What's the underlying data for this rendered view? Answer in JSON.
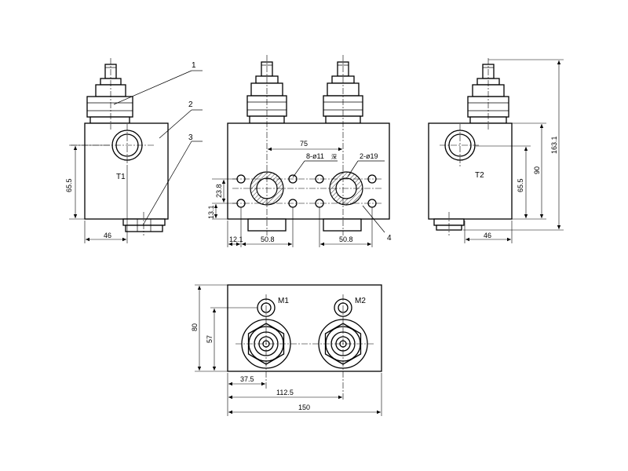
{
  "balloons": [
    "1",
    "2",
    "3",
    "4"
  ],
  "port_labels": [
    "T1",
    "T2",
    "M1",
    "M2"
  ],
  "dims": {
    "left_height": "65.5",
    "left_width": "46",
    "top_75": "75",
    "holes_small": "8-ø11",
    "holes_small_suffix": "深",
    "holes_big": "2-ø19",
    "v_23_8": "23.8",
    "v_13_1": "13.1",
    "b_12_1": "12.1",
    "b_50_8_a": "50.8",
    "b_50_8_b": "50.8",
    "right_65_5": "65.5",
    "right_90": "90",
    "right_163_1": "163.1",
    "right_width": "46",
    "bottom_80": "80",
    "bottom_57": "57",
    "bottom_37_5": "37.5",
    "bottom_112_5": "112.5",
    "bottom_150": "150"
  }
}
